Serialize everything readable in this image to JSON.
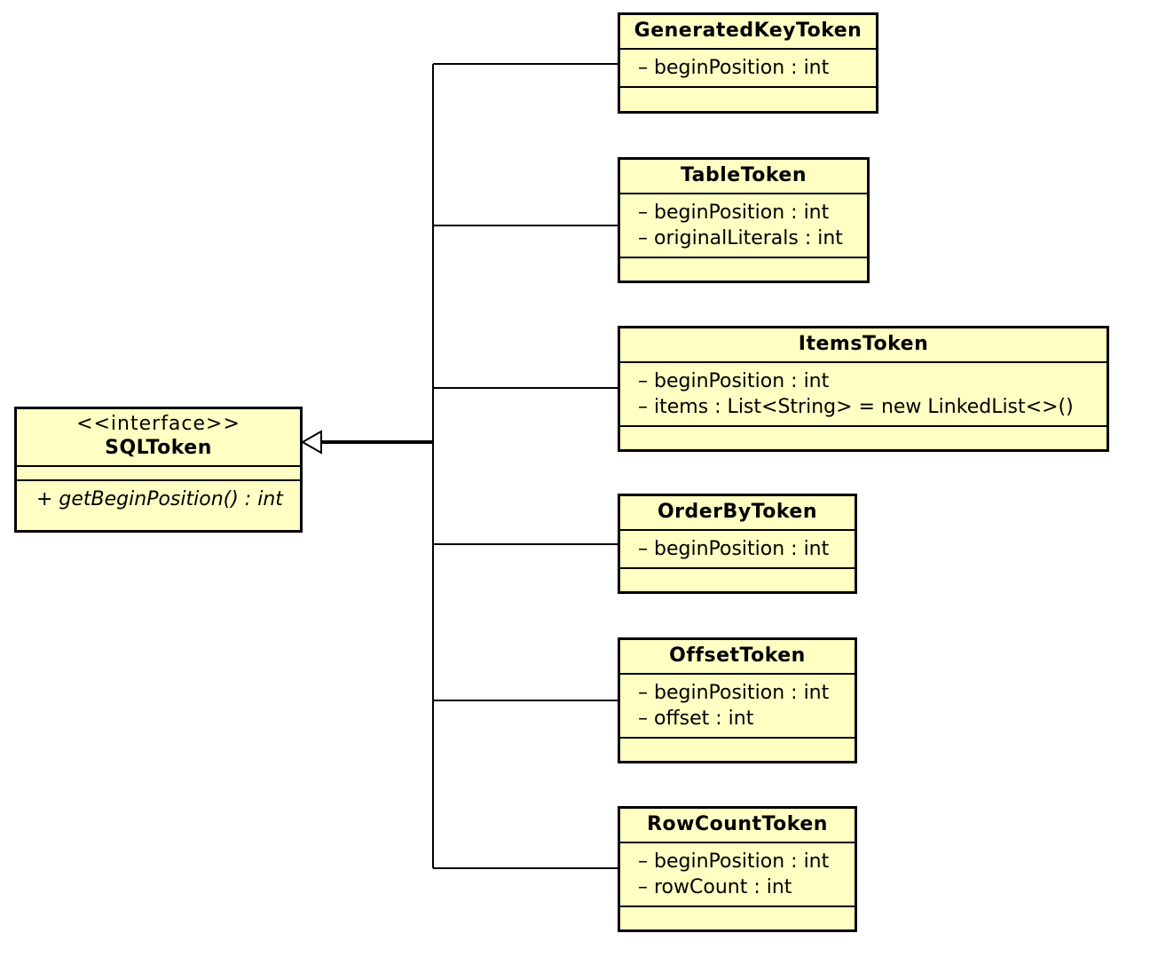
{
  "interface": {
    "stereotype": "<<interface>>",
    "name": "SQLToken",
    "operations": [
      "+ getBeginPosition() : int"
    ]
  },
  "classes": [
    {
      "name": "GeneratedKeyToken",
      "attributes": [
        "– beginPosition : int"
      ]
    },
    {
      "name": "TableToken",
      "attributes": [
        "– beginPosition : int",
        "– originalLiterals : int"
      ]
    },
    {
      "name": "ItemsToken",
      "attributes": [
        "– beginPosition : int",
        "– items : List<String> = new LinkedList<>()"
      ]
    },
    {
      "name": "OrderByToken",
      "attributes": [
        "– beginPosition : int"
      ]
    },
    {
      "name": "OffsetToken",
      "attributes": [
        "– beginPosition : int",
        "– offset : int"
      ]
    },
    {
      "name": "RowCountToken",
      "attributes": [
        "– beginPosition : int",
        "– rowCount : int"
      ]
    }
  ],
  "relations": [
    {
      "type": "realization",
      "from": "GeneratedKeyToken",
      "to": "SQLToken"
    },
    {
      "type": "realization",
      "from": "TableToken",
      "to": "SQLToken"
    },
    {
      "type": "realization",
      "from": "ItemsToken",
      "to": "SQLToken"
    },
    {
      "type": "realization",
      "from": "OrderByToken",
      "to": "SQLToken"
    },
    {
      "type": "realization",
      "from": "OffsetToken",
      "to": "SQLToken"
    },
    {
      "type": "realization",
      "from": "RowCountToken",
      "to": "SQLToken"
    }
  ]
}
